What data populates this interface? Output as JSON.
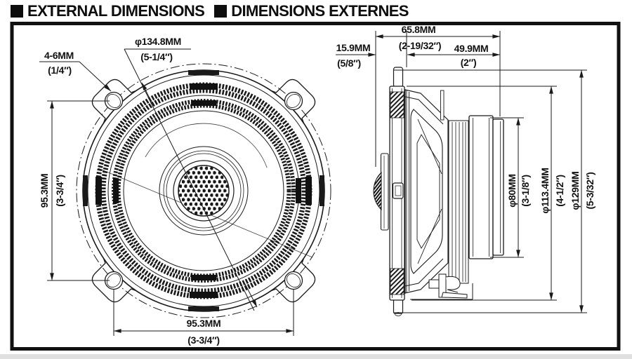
{
  "title": {
    "english": "EXTERNAL DIMENSIONS",
    "french": "DIMENSIONS EXTERNES"
  },
  "colors": {
    "line": "#1a1a1a",
    "background": "#ffffff",
    "title": "#0d0d0d"
  },
  "front_view": {
    "screw": {
      "mm": "4-6MM",
      "inch": "(1/4″)"
    },
    "bolt_circle": {
      "mm": "φ134.8MM",
      "inch": "(5-1/4″)"
    },
    "hole_span_vertical": {
      "mm": "95.3MM",
      "inch": "(3-3/4″)"
    },
    "hole_span_horizontal": {
      "mm": "95.3MM",
      "inch": "(3-3/4″)"
    }
  },
  "side_view": {
    "total_depth": {
      "mm": "65.8MM",
      "inch": "(2-19/32″)"
    },
    "front_protrusion": {
      "mm": "15.9MM",
      "inch": "(5/8″)"
    },
    "mounting_depth": {
      "mm": "49.9MM",
      "inch": "(2″)"
    },
    "magnet_diameter": {
      "mm": "φ80MM",
      "inch": "(3-1/8″)"
    },
    "frame_diameter": {
      "mm": "φ113.4MM",
      "inch": "(4-1/2″)"
    },
    "overall_diameter": {
      "mm": "φ129MM",
      "inch": "(5-3/32″)"
    }
  }
}
